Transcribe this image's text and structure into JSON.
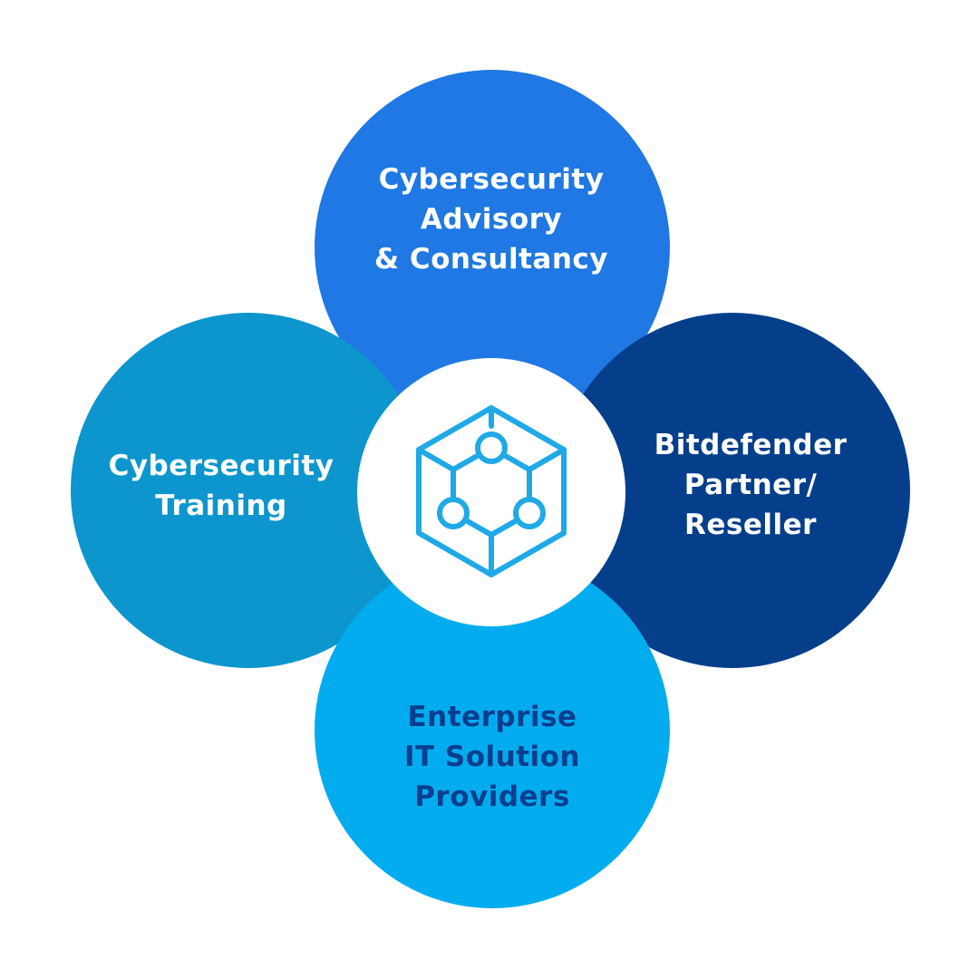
{
  "colors": {
    "background": "#ffffff",
    "top_circle": "#1f78e3",
    "left_circle": "#0c96cd",
    "right_circle": "#053f8b",
    "bottom_circle": "#03acee",
    "center_circle": "#ffffff",
    "icon_stroke": "#1fa9e6",
    "light_text": "#ffffff",
    "dark_text": "#0a3e8e"
  },
  "nodes": {
    "top": {
      "lines": [
        "Cybersecurity",
        "Advisory",
        "& Consultancy"
      ]
    },
    "left": {
      "lines": [
        "Cybersecurity",
        "Training"
      ]
    },
    "right": {
      "lines": [
        "Bitdefender",
        "Partner/",
        "Reseller"
      ]
    },
    "bottom": {
      "lines": [
        "Enterprise",
        "IT Solution",
        "Providers"
      ]
    }
  },
  "center": {
    "icon": "hexagon-network-icon"
  }
}
